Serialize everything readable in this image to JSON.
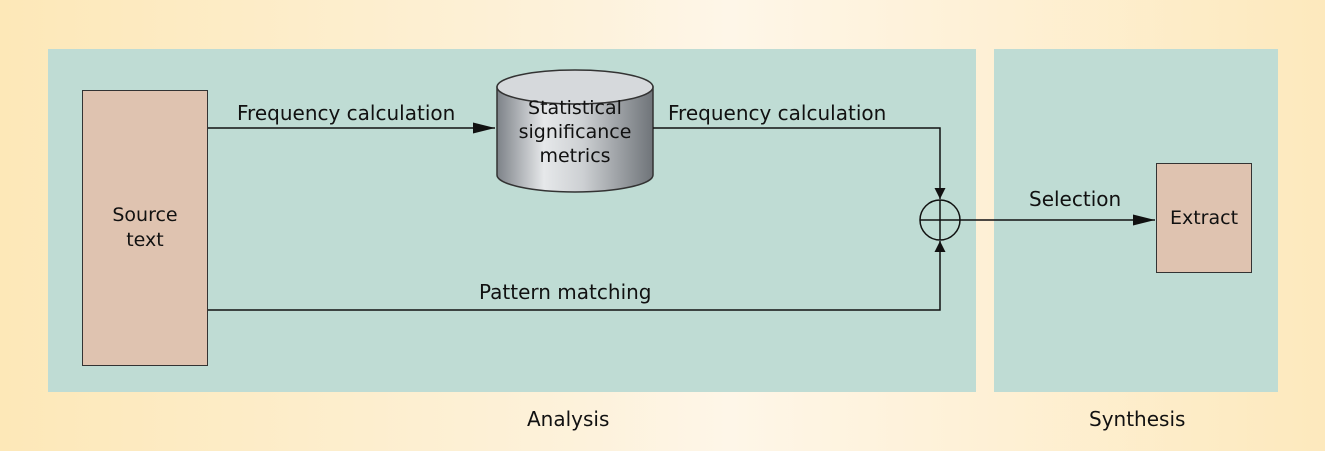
{
  "nodes": {
    "source_text": "Source\ntext",
    "database": "Statistical\nsignificance\nmetrics",
    "extract": "Extract"
  },
  "edges": {
    "freq_calc_1": "Frequency calculation",
    "freq_calc_2": "Frequency calculation",
    "pattern_matching": "Pattern matching",
    "selection": "Selection"
  },
  "regions": {
    "analysis": "Analysis",
    "synthesis": "Synthesis"
  },
  "colors": {
    "panel": "#bfdcd4",
    "box": "#dfc3b0",
    "background": "#fdf0d5"
  }
}
